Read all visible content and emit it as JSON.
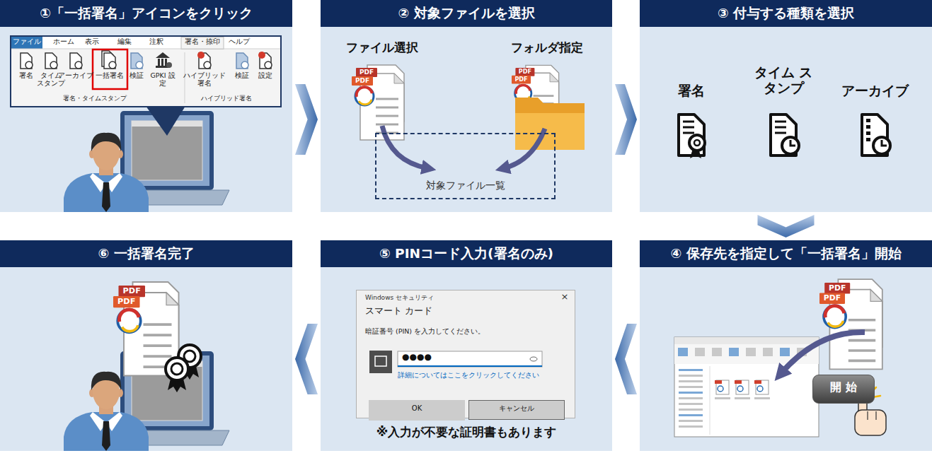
{
  "diagram": {
    "nodes": [
      {
        "text": [
          "①「一括署名」アイコンをクリック"
        ]
      },
      {
        "text": [
          "ファイル",
          "ホーム",
          "表示",
          "編集",
          "注釈",
          "署名・捺印",
          "ヘルプ",
          "署名",
          "タイム スタンプ",
          "アーカイブ",
          "一括署名",
          "検証",
          "GPKI 設定",
          "ハイブリッド 署名",
          "検証",
          "設定",
          "署名・タイムスタンプ",
          "ハイブリッド署名"
        ],
        "in": 0
      },
      {
        "text": [
          "② 対象ファイルを選択",
          "ファイル選択",
          "フォルダ指定"
        ]
      },
      {
        "text": [
          "対象ファイル一覧"
        ],
        "in": 2
      },
      {
        "text": [
          "③ 付与する種類を選択",
          "署名",
          "タイム スタンプ",
          "アーカイブ"
        ]
      },
      {
        "text": [
          "④ 保存先を指定して「一括署名」開始"
        ]
      },
      {
        "text": [
          "開 始"
        ],
        "in": 5
      },
      {
        "text": [
          "⑤ PINコード入力(署名のみ)",
          "※入力が不要な証明書もあります"
        ]
      },
      {
        "text": [
          "Windows セキュリティ",
          "×",
          "スマート カード",
          "暗証番号 (PIN) を入力してください。",
          "●●●●",
          "詳細についてはここをクリックしてください"
        ],
        "in": 7
      },
      {
        "text": [
          "OK"
        ],
        "in": 8
      },
      {
        "text": [
          "キャンセル"
        ],
        "in": 8
      },
      {
        "text": [
          "⑥ 一括署名完了"
        ]
      }
    ],
    "edges": [
      {
        "from": 0,
        "to": 2,
        "arrow": "to"
      },
      {
        "from": 2,
        "to": 4,
        "arrow": "to"
      },
      {
        "from": 4,
        "to": 5,
        "arrow": "to"
      },
      {
        "from": 5,
        "to": 7,
        "arrow": "to"
      },
      {
        "from": 7,
        "to": 11,
        "arrow": "to"
      }
    ],
    "labels": [
      "PDF",
      "PDF",
      "PDF",
      "PDF",
      "PDF",
      "PDF",
      "PDF",
      "PDF"
    ]
  }
}
